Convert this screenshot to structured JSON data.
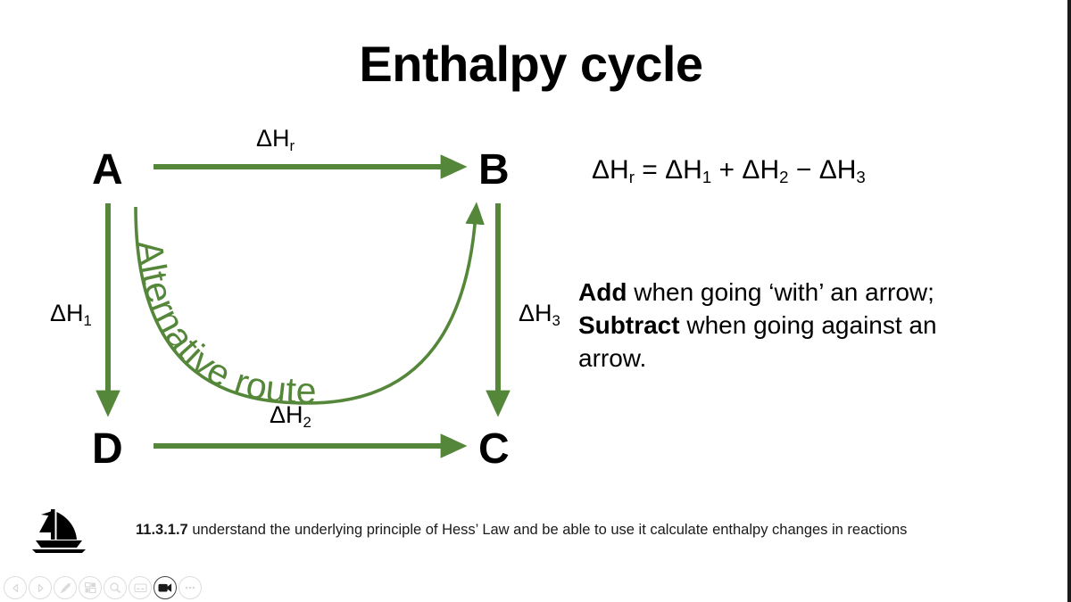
{
  "slide": {
    "title": "Enthalpy cycle",
    "background_color": "#ffffff",
    "accent_green": "#55873a",
    "text_color": "#000000"
  },
  "diagram": {
    "corners": {
      "top_left": "A",
      "top_right": "B",
      "bottom_left": "D",
      "bottom_right": "C"
    },
    "arrow_labels": {
      "top": {
        "symbol": "ΔH",
        "sub": "r"
      },
      "left": {
        "symbol": "ΔH",
        "sub": "1"
      },
      "bottom": {
        "symbol": "ΔH",
        "sub": "2"
      },
      "right": {
        "symbol": "ΔH",
        "sub": "3"
      }
    },
    "curve_label": "Alternative route",
    "arrows": [
      {
        "name": "top-arrow",
        "from": "A",
        "to": "B",
        "direction": "right"
      },
      {
        "name": "left-arrow",
        "from": "A",
        "to": "D",
        "direction": "down"
      },
      {
        "name": "bottom-arrow",
        "from": "D",
        "to": "C",
        "direction": "right"
      },
      {
        "name": "right-arrow",
        "from": "B",
        "to": "C",
        "direction": "down"
      },
      {
        "name": "alternative-route-curve",
        "from": "A",
        "to": "B",
        "direction": "curved-up"
      }
    ]
  },
  "equation": {
    "lhs": "ΔH",
    "lhs_sub": "r",
    "eq": "=",
    "t1": "ΔH",
    "t1_sub": "1",
    "op1": "+",
    "t2": "ΔH",
    "t2_sub": "2",
    "op2": "−",
    "t3": "ΔH",
    "t3_sub": "3",
    "full_text": "ΔHr = ΔH1 + ΔH2 − ΔH3"
  },
  "note": {
    "line1_bold": "Add",
    "line1_rest": " when going ‘with’ an arrow;",
    "line2_bold": "Subtract",
    "line2_rest": " when going against an arrow."
  },
  "footer": {
    "logo": "sailboat-logo",
    "code": "11.3.1.7",
    "text": " understand the underlying principle of Hess’ Law and be able to use it calculate enthalpy changes in reactions"
  },
  "toolbar": {
    "items": [
      {
        "name": "previous-slide-icon",
        "label": "Previous",
        "active": false
      },
      {
        "name": "next-slide-icon",
        "label": "Next",
        "active": false
      },
      {
        "name": "pen-icon",
        "label": "Pen",
        "active": false
      },
      {
        "name": "slide-grid-icon",
        "label": "All slides",
        "active": false
      },
      {
        "name": "zoom-icon",
        "label": "Zoom in",
        "active": false
      },
      {
        "name": "subtitles-icon",
        "label": "Subtitles",
        "active": false
      },
      {
        "name": "video-camera-icon",
        "label": "Camera",
        "active": true
      },
      {
        "name": "more-options-icon",
        "label": "More options",
        "active": false
      }
    ]
  }
}
